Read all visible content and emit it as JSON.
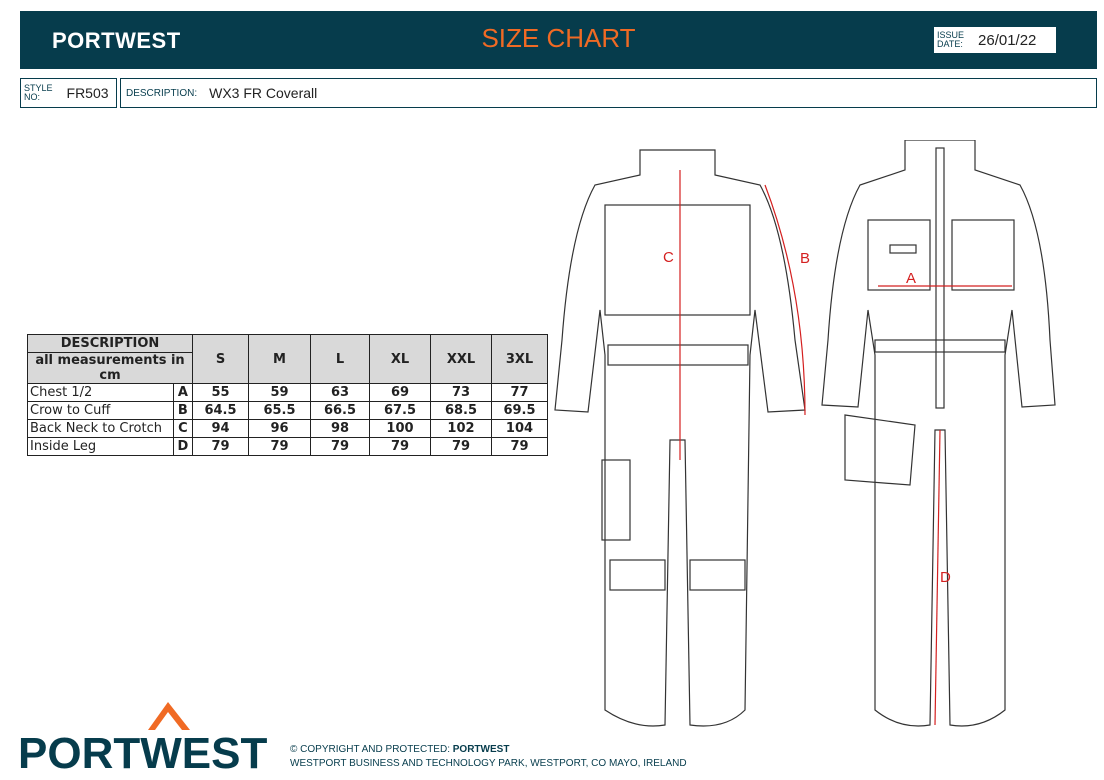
{
  "header": {
    "brand": "PORTWEST",
    "title": "SIZE CHART",
    "issue_label_1": "ISSUE",
    "issue_label_2": "DATE:",
    "issue_date": "26/01/22"
  },
  "style": {
    "label_1": "STYLE",
    "label_2": "NO:",
    "value": "FR503"
  },
  "description": {
    "label": "DESCRIPTION:",
    "value": "WX3 FR Coverall"
  },
  "table": {
    "header_1": "DESCRIPTION",
    "header_2": "all measurements in cm",
    "sizes": [
      "S",
      "M",
      "L",
      "XL",
      "XXL",
      "3XL"
    ],
    "rows": [
      {
        "name": "Chest 1/2",
        "code": "A",
        "values": [
          "55",
          "59",
          "63",
          "69",
          "73",
          "77"
        ]
      },
      {
        "name": "Crow to Cuff",
        "code": "B",
        "values": [
          "64.5",
          "65.5",
          "66.5",
          "67.5",
          "68.5",
          "69.5"
        ]
      },
      {
        "name": "Back Neck to Crotch",
        "code": "C",
        "values": [
          "94",
          "96",
          "98",
          "100",
          "102",
          "104"
        ]
      },
      {
        "name": "Inside Leg",
        "code": "D",
        "values": [
          "79",
          "79",
          "79",
          "79",
          "79",
          "79"
        ]
      }
    ]
  },
  "diagram": {
    "labels": [
      "A",
      "B",
      "C",
      "D"
    ]
  },
  "footer": {
    "brand": "PORTWEST",
    "copyright": "© COPYRIGHT AND PROTECTED: ",
    "copyright_brand": "PORTWEST",
    "address": "WESTPORT BUSINESS AND TECHNOLOGY PARK, WESTPORT, CO MAYO, IRELAND"
  },
  "colors": {
    "navy": "#063c4c",
    "orange": "#f06a24",
    "red": "#d42020"
  }
}
